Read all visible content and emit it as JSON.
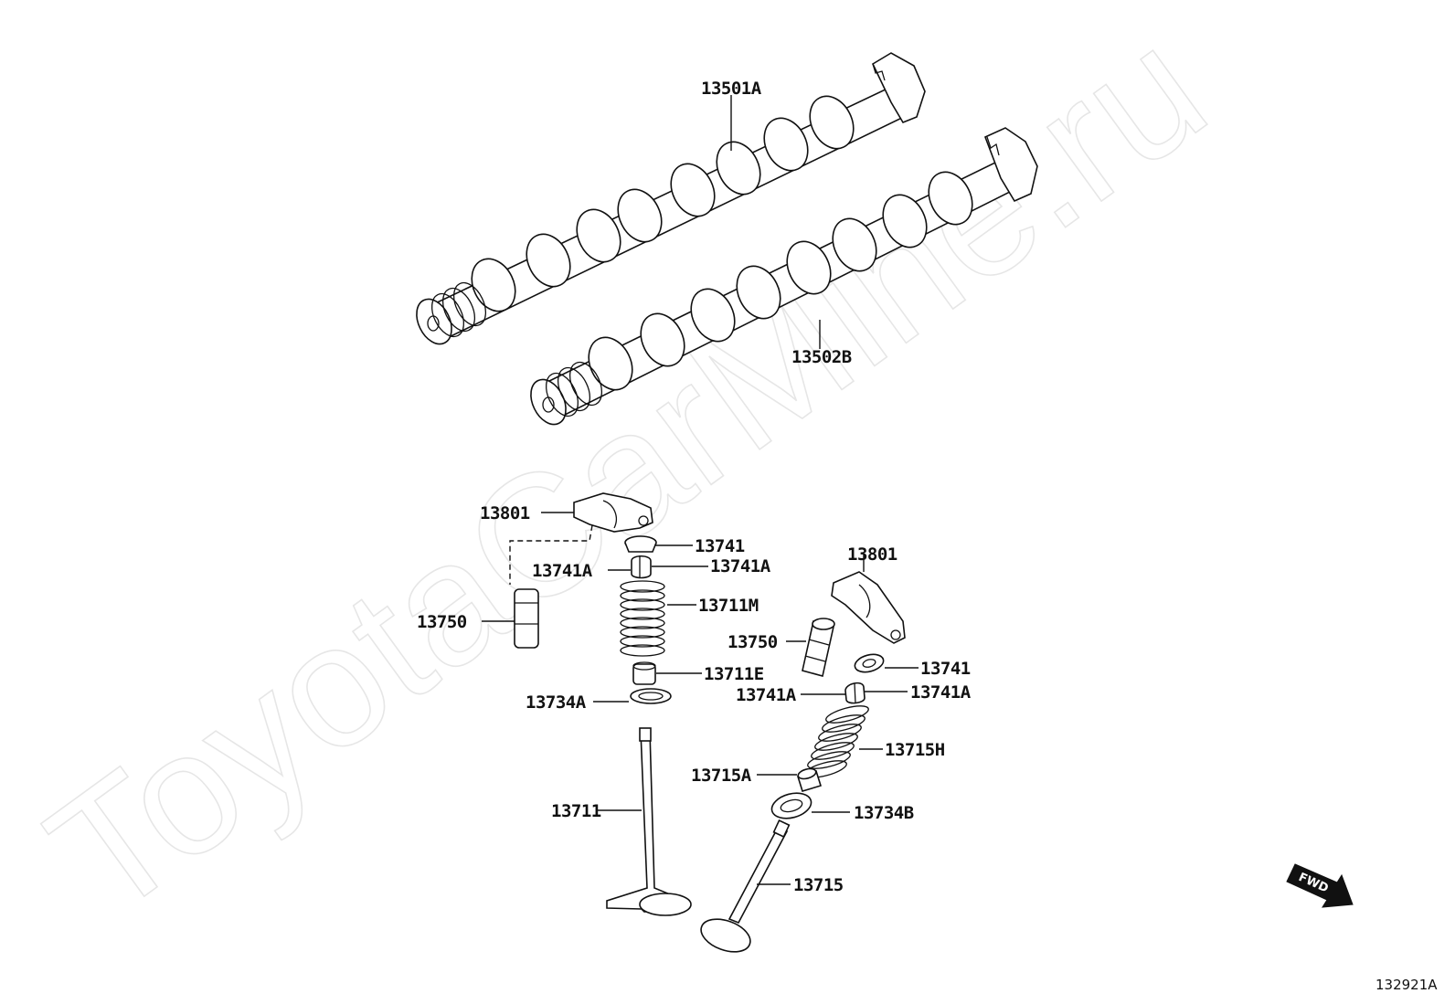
{
  "watermark": "ToyotaCarMine.ru",
  "diagram_code": "132921A",
  "fwd_label": "FWD",
  "labels": {
    "l13501A": "13501A",
    "l13502B": "13502B",
    "l13801_a": "13801",
    "l13741_a": "13741",
    "l13741A_a1": "13741A",
    "l13741A_a2": "13741A",
    "l13711M": "13711M",
    "l13750_a": "13750",
    "l13711E": "13711E",
    "l13734A": "13734A",
    "l13711": "13711",
    "l13801_b": "13801",
    "l13750_b": "13750",
    "l13741_b": "13741",
    "l13741A_b1": "13741A",
    "l13741A_b2": "13741A",
    "l13715H": "13715H",
    "l13715A": "13715A",
    "l13734B": "13734B",
    "l13715": "13715"
  }
}
